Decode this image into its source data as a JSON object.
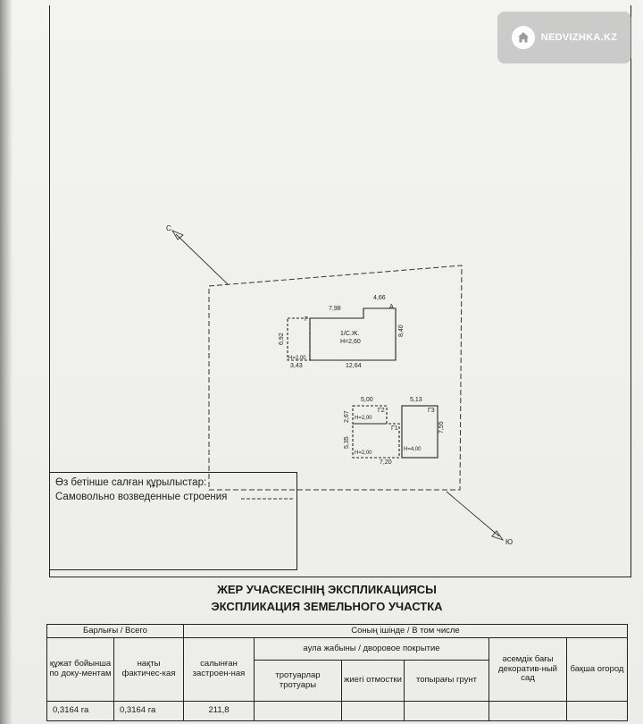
{
  "watermark": {
    "text": "NEDVIZHKA.KZ",
    "icon": "house-icon"
  },
  "plan": {
    "north_label": "С",
    "south_label": "Ю",
    "main_building": {
      "name": "1/С.Ж.",
      "height": "Н=2,60",
      "letter_a": "А",
      "letter_g": "Г",
      "extension_height": "Н=2,00",
      "dims": {
        "top_long": "7,98",
        "top_short": "4,66",
        "left": "6,92",
        "right": "8,40",
        "bottom_left": "3,43",
        "bottom_right": "12,64"
      }
    },
    "outbuildings": {
      "g2": "Г2",
      "g1": "Г1",
      "g3": "Г3",
      "g2_height": "Н=2,00",
      "g1_height": "Н=2,00",
      "g3_height": "Н=4,00",
      "dims": {
        "top_left": "5,00",
        "top_right": "5,13",
        "left_upper": "2,67",
        "left_lower": "5,35",
        "right": "7,55",
        "bottom": "7,20"
      }
    }
  },
  "legend": {
    "line1": "Өз бетінше салған құрылыстар:",
    "line2": "Самовольно возведенные строения"
  },
  "explication": {
    "title_kz": "ЖЕР УЧАСКЕСІНІҢ ЭКСПЛИКАЦИЯСЫ",
    "title_ru": "ЭКСПЛИКАЦИЯ ЗЕМЕЛЬНОГО УЧАСТКА",
    "header_total": "Барлығы / Всего",
    "header_including": "Соның ішінде / В том числе",
    "col_doc": "құжат бойынша по доку-ментам",
    "col_fact": "нақты фактичес-кая",
    "col_built": "салынған застроен-ная",
    "col_yard": "аула жабыны / дворовое покрытие",
    "col_sidewalk": "тротуарлар тротуары",
    "col_blind": "жиегі отмостки",
    "col_ground": "топырағы грунт",
    "col_garden": "әсемдік бағы декоратив-ный сад",
    "col_orchard": "бақша огород",
    "row": {
      "doc": "0,3164 га",
      "fact": "0,3164 га",
      "built": "211,8"
    }
  }
}
